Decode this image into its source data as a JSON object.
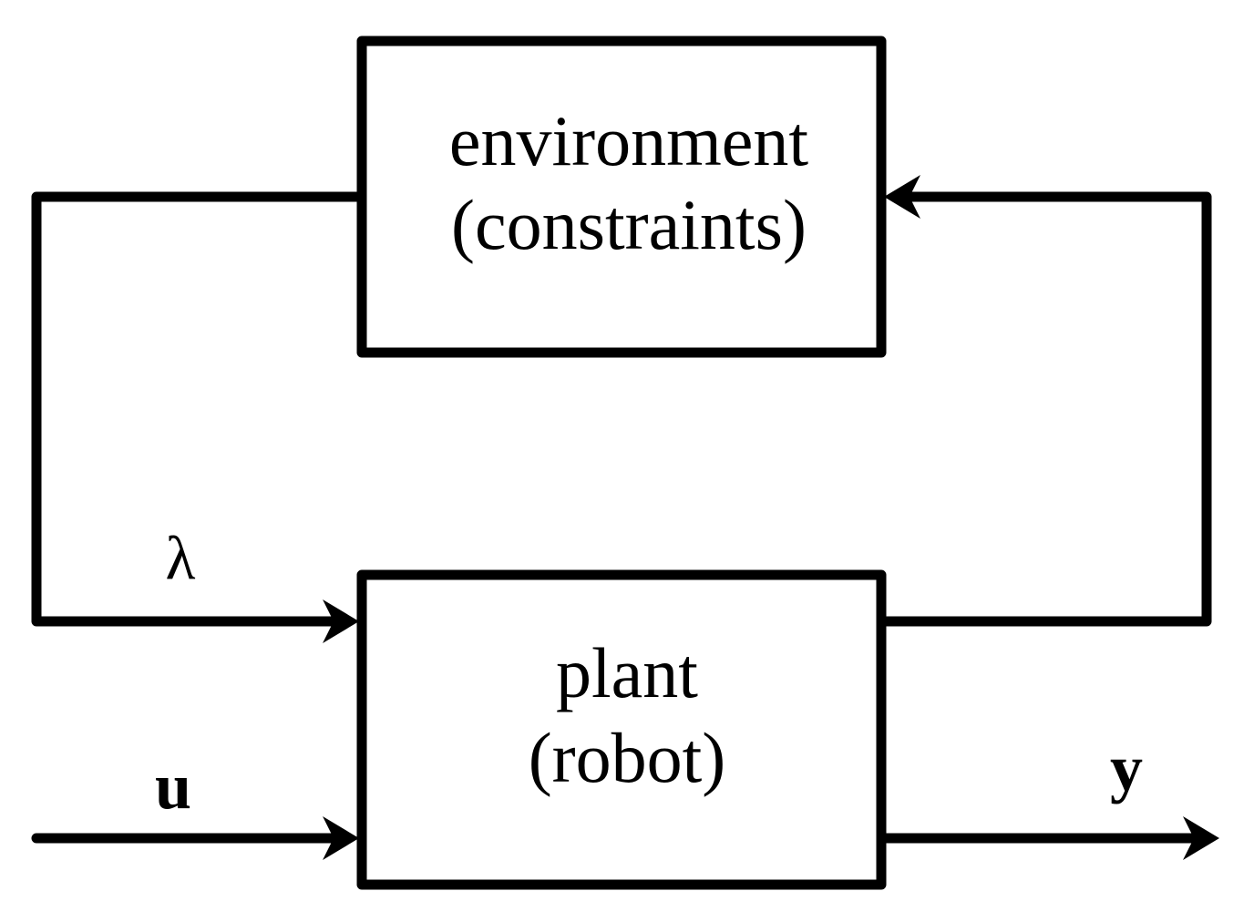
{
  "blocks": {
    "environment": {
      "line1": "environment",
      "line2": "(constraints)"
    },
    "plant": {
      "line1": "plant",
      "line2": "(robot)"
    }
  },
  "signals": {
    "lambda": "λ",
    "input": "u",
    "output": "y"
  },
  "colors": {
    "stroke": "#000000",
    "background": "#ffffff"
  }
}
